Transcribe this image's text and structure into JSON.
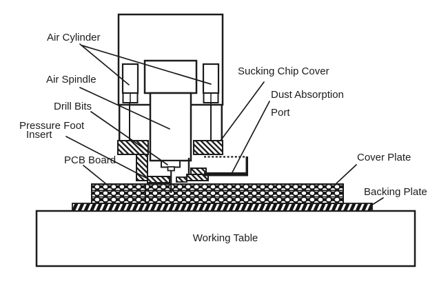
{
  "colors": {
    "ink": "#1b1b1b",
    "paper": "#ffffff"
  },
  "labels": {
    "air_cylinder": "Air Cylinder",
    "air_spindle": "Air Spindle",
    "drill_bits": "Drill Bits",
    "pressure_foot": "Pressure Foot",
    "pressure_foot_insert": "Insert",
    "pcb_board": "PCB Board",
    "sucking_chip_cover": "Sucking Chip Cover",
    "dust_absorption": "Dust Absorption",
    "dust_absorption_port": "Port",
    "cover_plate": "Cover Plate",
    "backing_plate": "Backing Plate",
    "working_table": "Working Table"
  }
}
